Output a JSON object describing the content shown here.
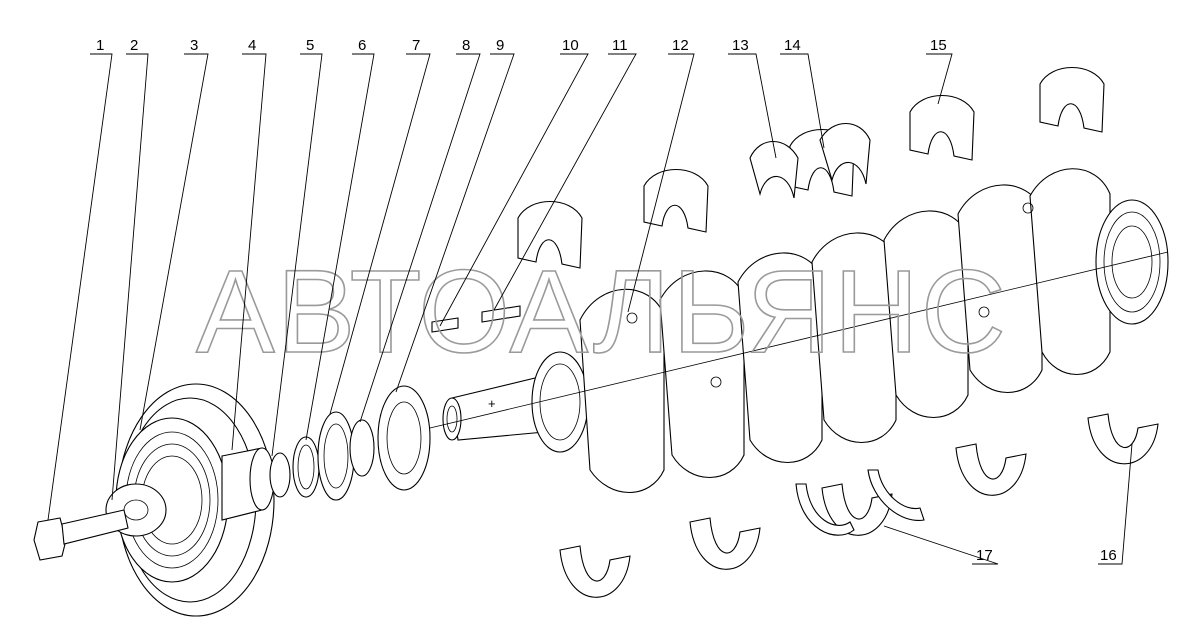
{
  "watermark": "АВТОАЛЬЯНС",
  "callouts": [
    "1",
    "2",
    "3",
    "4",
    "5",
    "6",
    "7",
    "8",
    "9",
    "10",
    "11",
    "12",
    "13",
    "14",
    "15",
    "16",
    "17"
  ],
  "colors": {
    "line": "#000000",
    "watermark": "#9a9a9a",
    "background": "#ffffff"
  }
}
